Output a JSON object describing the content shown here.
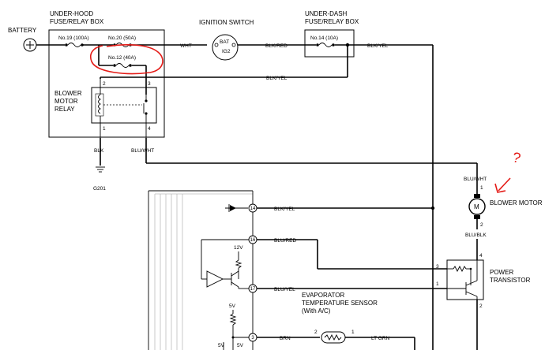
{
  "battery": {
    "label": "BATTERY"
  },
  "underhood_box": {
    "title_line1": "UNDER-HOOD",
    "title_line2": "FUSE/RELAY BOX",
    "fuse_19": "No.19 (100A)",
    "fuse_20": "No.20 (50A)",
    "fuse_12": "No.12 (40A)"
  },
  "blower_relay": {
    "label_line1": "BLOWER",
    "label_line2": "MOTOR",
    "label_line3": "RELAY",
    "pin_1": "1",
    "pin_2": "2",
    "pin_3": "3",
    "pin_4": "4"
  },
  "ignition_switch": {
    "title": "IGNITION SWITCH",
    "bat": "BAT",
    "ig2": "IG2"
  },
  "underdash_box": {
    "title_line1": "UNDER-DASH",
    "title_line2": "FUSE/RELAY BOX",
    "fuse_14": "No.14 (10A)"
  },
  "wires": {
    "wht": "WHT",
    "blk_red": "BLK/RED",
    "blk_yel_top": "BLK/YEL",
    "blk_yel_mid": "BLK/YEL",
    "blk": "BLK",
    "blu_wht": "BLU/WHT",
    "g201": "G201",
    "blk_yel_pin14": "BLK/YEL",
    "blu_red": "BLU/RED",
    "blu_yel": "BLU/YEL",
    "brn": "BRN",
    "lt_grn": "LT GRN",
    "motor_blu_wht": "BLU/WHT",
    "motor_blu_blk": "BLU/BLK"
  },
  "blower_motor": {
    "label": "BLOWER MOTOR",
    "symbol": "M",
    "pin_1": "1",
    "pin_2": "2"
  },
  "power_transistor": {
    "label_line1": "POWER",
    "label_line2": "TRANSISTOR",
    "pin_1": "1",
    "pin_2": "2",
    "pin_3": "3",
    "pin_4": "4"
  },
  "control_unit": {
    "pin_14": "14",
    "pin_16": "16",
    "pin_17": "17",
    "pin_3": "3",
    "v12": "12V",
    "v5_a": "5V",
    "v5_b": "5V",
    "v5_c": "5V"
  },
  "evaporator_sensor": {
    "label_line1": "EVAPORATOR",
    "label_line2": "TEMPERATURE SENSOR",
    "label_line3": "(With A/C)",
    "pin_2": "2",
    "pin_1": "1"
  },
  "annotations": {
    "question_mark": "?"
  },
  "colors": {
    "wire": "#000000",
    "annotation": "#e41b17"
  }
}
